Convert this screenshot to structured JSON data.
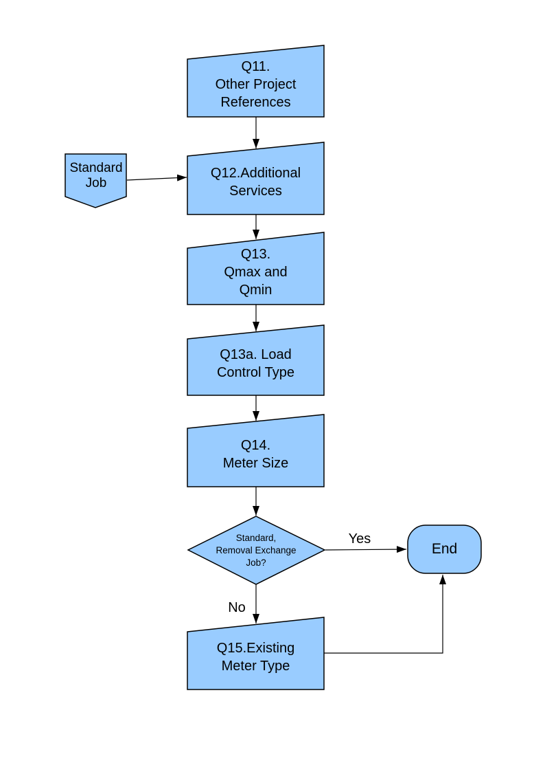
{
  "flowchart": {
    "colors": {
      "background": "#FFFFFF",
      "node_fill": "#99CCFF",
      "node_stroke": "#000000",
      "text": "#000000"
    },
    "nodes": {
      "q11": {
        "shape": "card",
        "label": "Q11.\nOther Project\nReferences"
      },
      "standard_job": {
        "shape": "pentagon-down",
        "label": "Standard\nJob"
      },
      "q12": {
        "shape": "card",
        "label": "Q12.Additional\nServices"
      },
      "q13": {
        "shape": "card",
        "label": "Q13.\nQmax and\nQmin"
      },
      "q13a": {
        "shape": "card",
        "label": "Q13a. Load\nControl Type"
      },
      "q14": {
        "shape": "card",
        "label": "Q14.\nMeter Size"
      },
      "decision": {
        "shape": "diamond",
        "label": "Standard,\nRemoval Exchange\nJob?"
      },
      "end": {
        "shape": "terminator",
        "label": "End"
      },
      "q15": {
        "shape": "card",
        "label": "Q15.Existing\nMeter Type"
      }
    },
    "edge_labels": {
      "yes": "Yes",
      "no": "No"
    }
  }
}
